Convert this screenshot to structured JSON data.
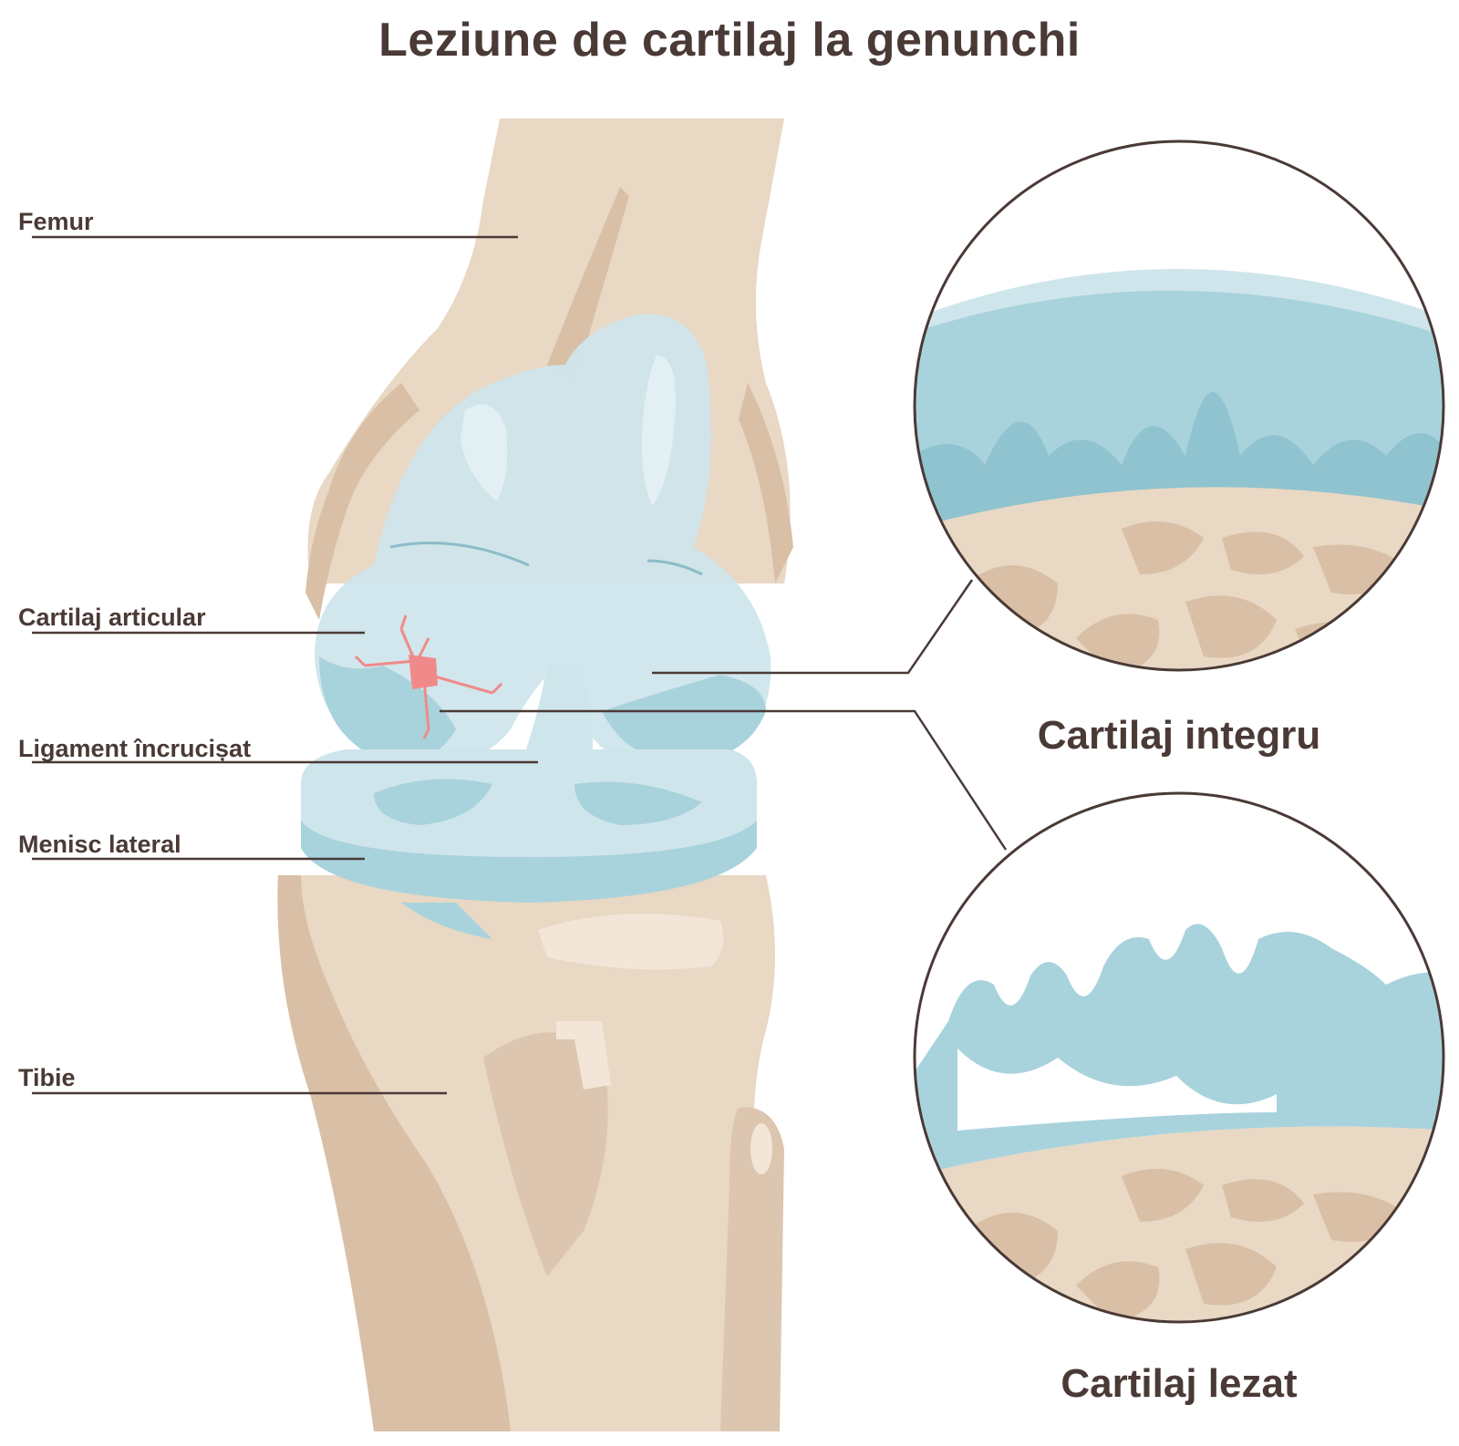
{
  "title": "Leziune de cartilaj la genunchi",
  "labels": {
    "femur": "Femur",
    "articular_cartilage": "Cartilaj articular",
    "cruciate_ligament": "Ligament încrucișat",
    "lateral_meniscus": "Menisc lateral",
    "tibia": "Tibie"
  },
  "captions": {
    "intact": "Cartilaj integru",
    "damaged": "Cartilaj lezat"
  },
  "colors": {
    "text": "#4a3a36",
    "bone": "#e8d8c4",
    "bone_shadow": "#d9bfa6",
    "cartilage": "#a9d3dc",
    "cartilage_light": "#cfe5ec",
    "lesion": "#f08a8a",
    "outline": "#4a3a36"
  }
}
